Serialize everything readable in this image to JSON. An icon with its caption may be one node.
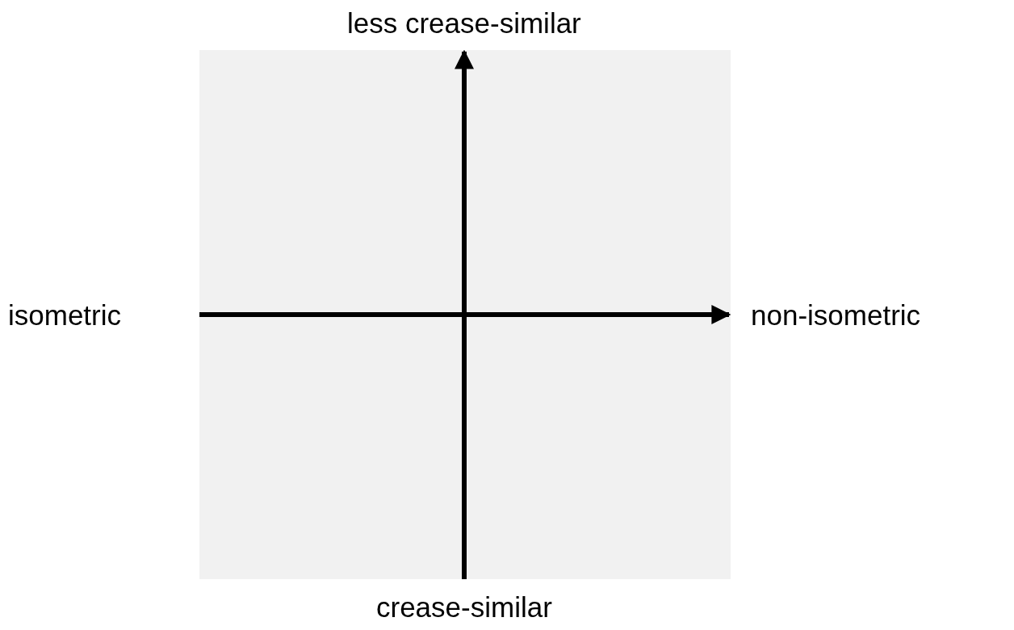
{
  "diagram": {
    "labels": [
      "less crease-similar",
      "isometric",
      "non-isometric",
      "crease-similar"
    ]
  }
}
